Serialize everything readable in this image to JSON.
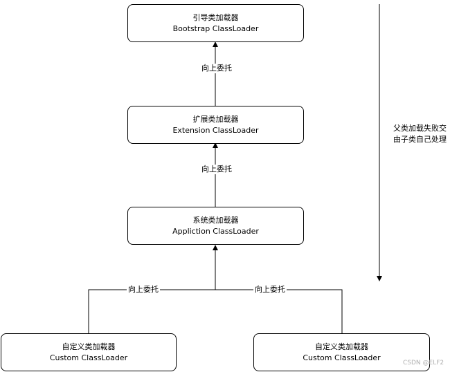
{
  "nodes": {
    "bootstrap": {
      "cn": "引导类加载器",
      "en": "Bootstrap ClassLoader"
    },
    "extension": {
      "cn": "扩展类加载器",
      "en": "Extension ClassLoader"
    },
    "application": {
      "cn": "系统类加载器",
      "en": "Appliction ClassLoader"
    },
    "custom_left": {
      "cn": "自定义类加载器",
      "en": "Custom ClassLoader"
    },
    "custom_right": {
      "cn": "自定义类加载器",
      "en": "Custom ClassLoader"
    }
  },
  "edges": {
    "ext_to_boot": "向上委托",
    "app_to_ext": "向上委托",
    "left_to_app": "向上委托",
    "right_to_app": "向上委托"
  },
  "side_note": {
    "line1": "父类加载失败交",
    "line2": "由子类自己处理"
  },
  "watermark": "CSDN @ELF2",
  "colors": {
    "stroke": "#000000",
    "background": "#ffffff",
    "watermark": "#b0b0b0"
  }
}
